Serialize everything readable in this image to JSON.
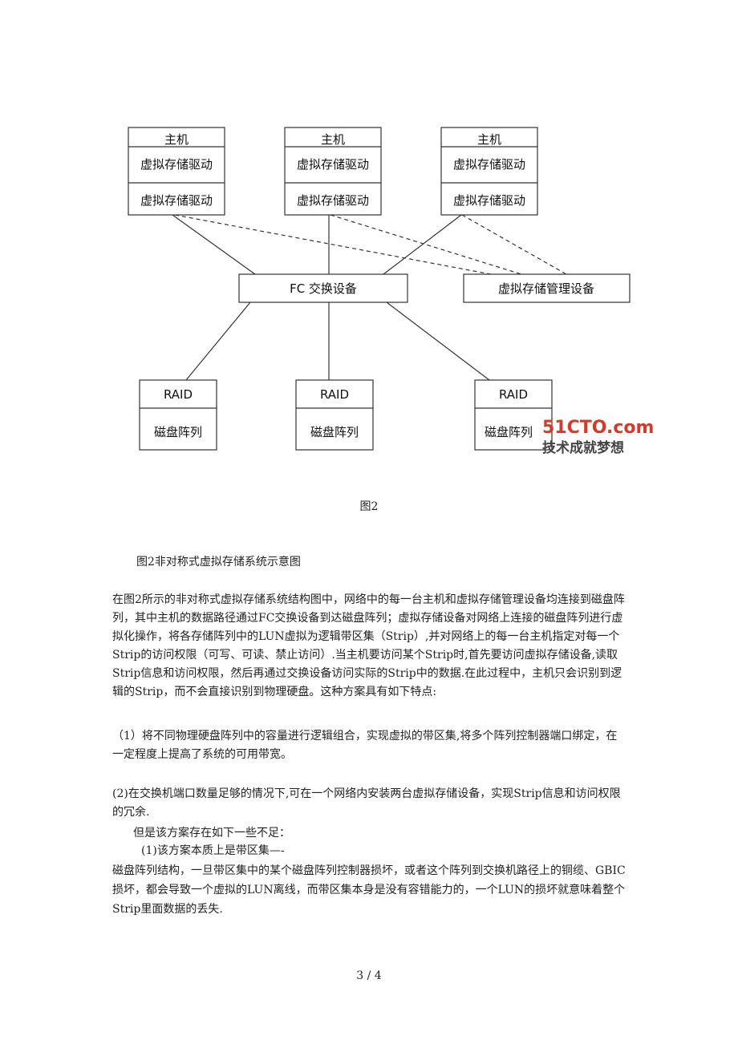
{
  "diagram": {
    "hosts": [
      {
        "title": "主机",
        "rows": [
          "虚拟存储驱动",
          "虚拟存储驱动"
        ]
      },
      {
        "title": "主机",
        "rows": [
          "虚拟存储驱动",
          "虚拟存储驱动"
        ]
      },
      {
        "title": "主机",
        "rows": [
          "虚拟存储驱动",
          "虚拟存储驱动"
        ]
      }
    ],
    "switch_label": "FC 交换设备",
    "manager_label": "虚拟存储管理设备",
    "raids": [
      {
        "title": "RAID",
        "label": "磁盘阵列"
      },
      {
        "title": "RAID",
        "label": "磁盘阵列"
      },
      {
        "title": "RAID",
        "label": "磁盘阵列"
      }
    ],
    "watermark": {
      "brand": "51CTO.com",
      "slogan": "技术成就梦想"
    }
  },
  "figure_label": "图2",
  "figure_caption": "图2非对称式虚拟存储系统示意图",
  "paragraphs": {
    "p1": "在图2所示的非对称式虚拟存储系统结构图中，网络中的每一台主机和虚拟存储管理设备均连接到磁盘阵列，其中主机的数据路径通过FC交换设备到达磁盘阵列；虚拟存储设备对网络上连接的磁盘阵列进行虚拟化操作，将各存储阵列中的LUN虚拟为逻辑带区集（Strip）,并对网络上的每一台主机指定对每一个Strip的访问权限（可写、可读、禁止访问）.当主机要访问某个Strip时,首先要访问虚拟存储设备,读取Strip信息和访问权限，然后再通过交换设备访问实际的Strip中的数据.在此过程中，主机只会识别到逻辑的Strip，而不会直接识别到物理硬盘。这种方案具有如下特点:",
    "p2": "（1）将不同物理硬盘阵列中的容量进行逻辑组合，实现虚拟的带区集,将多个阵列控制器端口绑定，在一定程度上提高了系统的可用带宽。",
    "p3": "(2)在交换机端口数量足够的情况下,可在一个网络内安装两台虚拟存储设备，实现Strip信息和访问权限的冗余.",
    "p4": "但是该方案存在如下一些不足：",
    "p5": "(1)该方案本质上是带区集—-",
    "p6": "磁盘阵列结构，一旦带区集中的某个磁盘阵列控制器损坏，或者这个阵列到交换机路径上的铜缆、GBIC损坏，都会导致一个虚拟的LUN离线，而带区集本身是没有容错能力的，一个LUN的损坏就意味着整个Strip里面数据的丢失."
  },
  "page_number": "3 / 4"
}
